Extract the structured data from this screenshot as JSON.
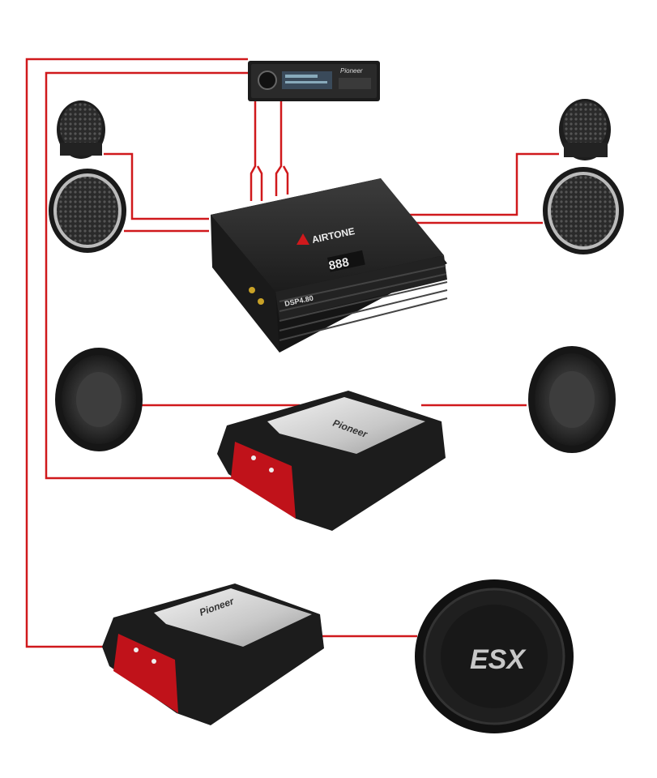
{
  "colors": {
    "wire": "#d0191c",
    "background": "#ffffff",
    "amp_red": "#c0121a",
    "dsp_body": "#2b2b2b",
    "speaker_cone": "#3a3a3a"
  },
  "head_unit": {
    "brand": "Pioneer"
  },
  "dsp": {
    "brand": "AIRTONE",
    "model": "DSP4.80",
    "display": "888"
  },
  "amplifier_1": {
    "brand": "Pioneer"
  },
  "amplifier_2": {
    "brand": "Pioneer"
  },
  "subwoofer": {
    "brand": "ESX"
  },
  "icons": {
    "head_unit": "car-radio-icon",
    "tweeter": "tweeter-icon",
    "midrange": "midrange-speaker-icon",
    "midbass": "midbass-speaker-icon",
    "amplifier": "amplifier-icon",
    "subwoofer": "subwoofer-icon",
    "dsp": "dsp-processor-icon"
  }
}
